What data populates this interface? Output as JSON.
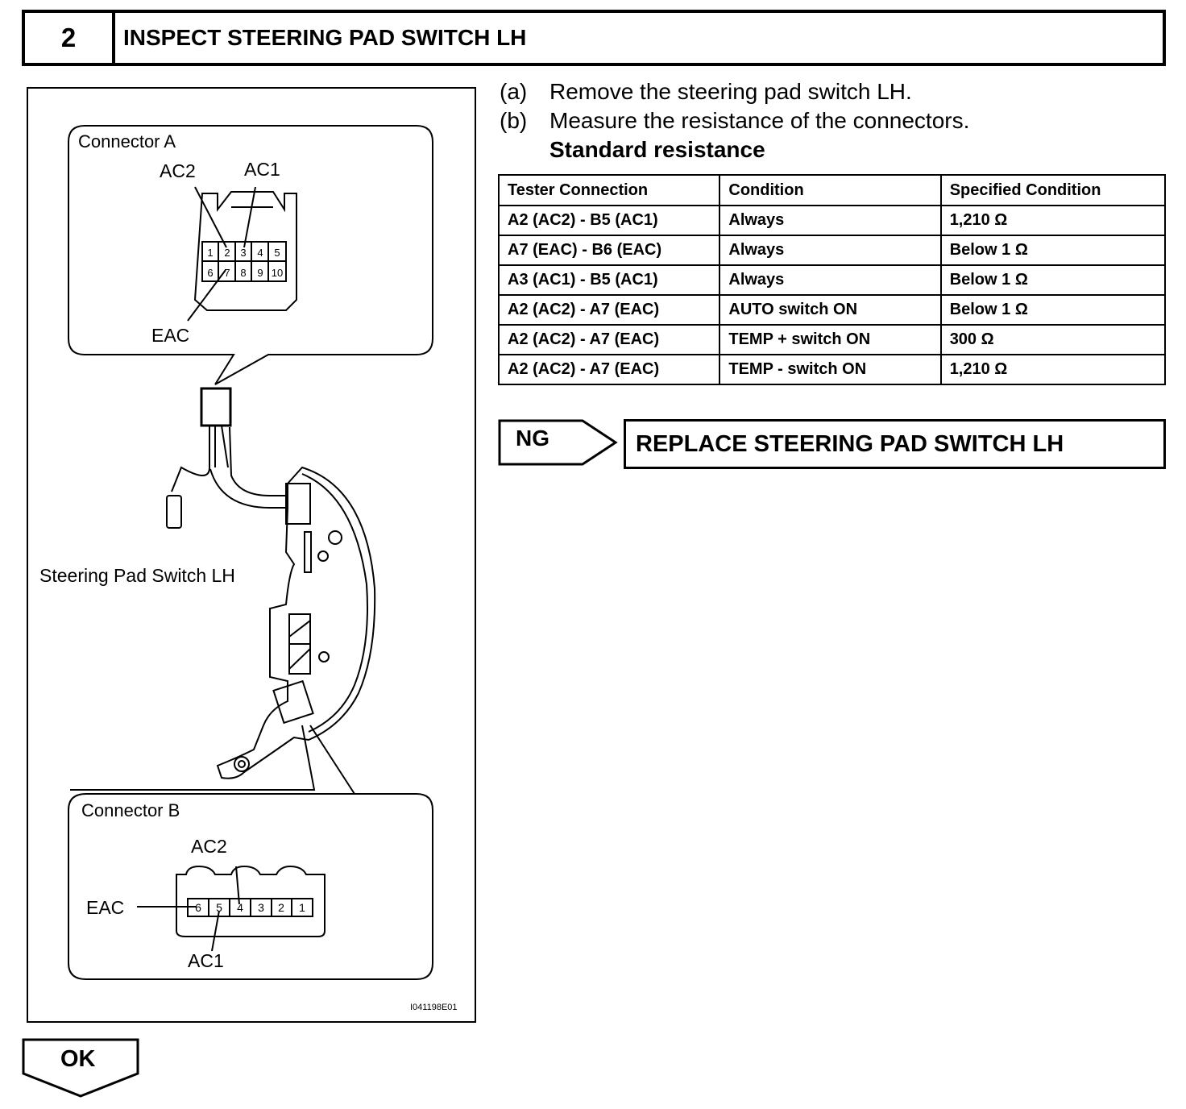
{
  "header": {
    "step_number": "2",
    "title": "INSPECT STEERING PAD SWITCH LH"
  },
  "figure": {
    "connector_a": {
      "title": "Connector A",
      "labels": {
        "ac2": "AC2",
        "ac1": "AC1",
        "eac": "EAC"
      },
      "pins_top": [
        "1",
        "2",
        "3",
        "4",
        "5"
      ],
      "pins_bottom": [
        "6",
        "7",
        "8",
        "9",
        "10"
      ]
    },
    "part_label": "Steering Pad Switch LH",
    "connector_b": {
      "title": "Connector B",
      "labels": {
        "ac2": "AC2",
        "eac": "EAC",
        "ac1": "AC1"
      },
      "pins": [
        "6",
        "5",
        "4",
        "3",
        "2",
        "1"
      ]
    },
    "figure_id": "I041198E01"
  },
  "steps": [
    {
      "label": "(a)",
      "text": "Remove the steering pad switch LH."
    },
    {
      "label": "(b)",
      "text": "Measure the resistance of the connectors."
    }
  ],
  "standard_resistance_label": "Standard resistance",
  "table": {
    "headers": [
      "Tester Connection",
      "Condition",
      "Specified Condition"
    ],
    "rows": [
      [
        "A2 (AC2) - B5 (AC1)",
        "Always",
        "1,210 Ω"
      ],
      [
        "A7 (EAC) - B6 (EAC)",
        "Always",
        "Below 1 Ω"
      ],
      [
        "A3 (AC1) - B5 (AC1)",
        "Always",
        "Below 1 Ω"
      ],
      [
        "A2 (AC2) - A7 (EAC)",
        "AUTO switch ON",
        "Below 1 Ω"
      ],
      [
        "A2 (AC2) - A7 (EAC)",
        "TEMP + switch ON",
        "300 Ω"
      ],
      [
        "A2 (AC2) - A7 (EAC)",
        "TEMP - switch ON",
        "1,210 Ω"
      ]
    ]
  },
  "ng": {
    "label": "NG",
    "action": "REPLACE STEERING PAD SWITCH LH"
  },
  "ok": {
    "label": "OK"
  }
}
